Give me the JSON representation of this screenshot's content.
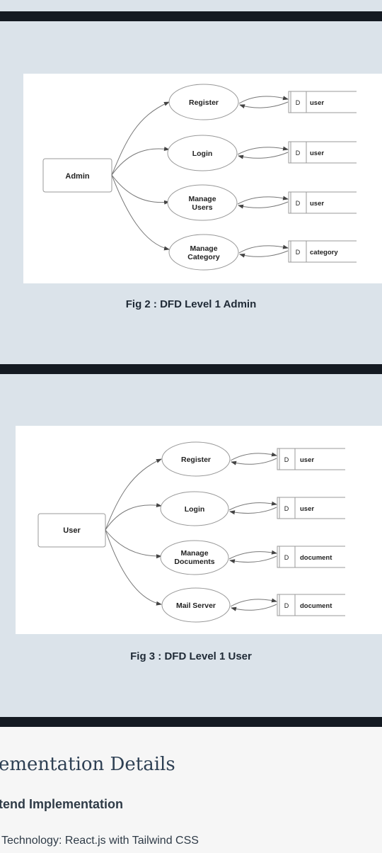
{
  "figure1": {
    "caption": "Fig 2 : DFD Level 1 Admin",
    "entity": "Admin",
    "processes": [
      {
        "line1": "Register",
        "line2": ""
      },
      {
        "line1": "Login",
        "line2": ""
      },
      {
        "line1": "Manage",
        "line2": "Users"
      },
      {
        "line1": "Manage",
        "line2": "Category"
      }
    ],
    "stores": [
      {
        "id": "D",
        "name": "user"
      },
      {
        "id": "D",
        "name": "user"
      },
      {
        "id": "D",
        "name": "user"
      },
      {
        "id": "D",
        "name": "category"
      }
    ]
  },
  "figure2": {
    "caption": "Fig 3 : DFD Level 1 User",
    "entity": "User",
    "processes": [
      {
        "line1": "Register",
        "line2": ""
      },
      {
        "line1": "Login",
        "line2": ""
      },
      {
        "line1": "Manage",
        "line2": "Documents"
      },
      {
        "line1": "Mail Server",
        "line2": ""
      }
    ],
    "stores": [
      {
        "id": "D",
        "name": "user"
      },
      {
        "id": "D",
        "name": "user"
      },
      {
        "id": "D",
        "name": "document"
      },
      {
        "id": "D",
        "name": "document"
      }
    ]
  },
  "document": {
    "heading": "ementation Details",
    "subheading": "tend Implementation",
    "technology_line": "Technology: React.js with Tailwind CSS"
  }
}
